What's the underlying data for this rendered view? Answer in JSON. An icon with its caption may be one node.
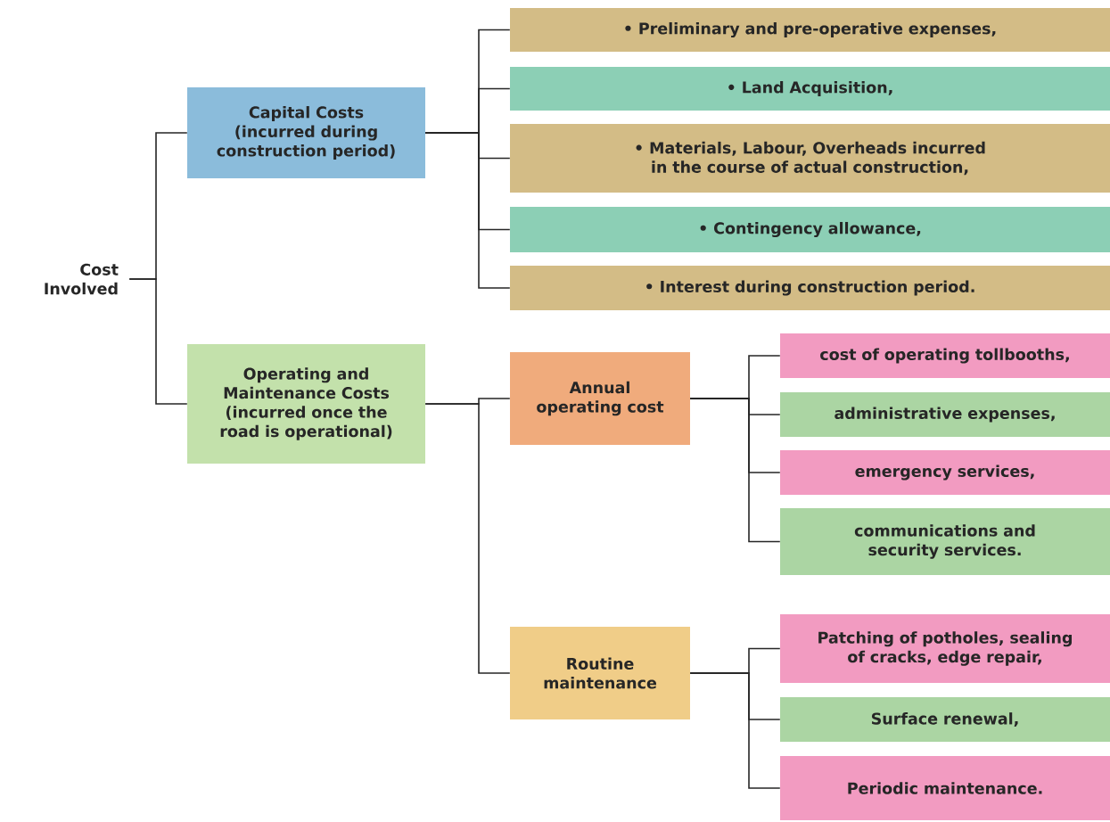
{
  "diagram": {
    "nodes": [
      {
        "text": [
          "Cost Involved"
        ]
      },
      {
        "text": [
          "Capital Costs (incurred during construction period)"
        ]
      },
      {
        "text": [
          "• Preliminary and pre-operative expenses,"
        ]
      },
      {
        "text": [
          "• Land Acquisition,"
        ]
      },
      {
        "text": [
          "• Materials, Labour, Overheads incurred in the course of actual construction,"
        ]
      },
      {
        "text": [
          "• Contingency allowance,"
        ]
      },
      {
        "text": [
          "• Interest during construction period."
        ]
      },
      {
        "text": [
          "Operating and Maintenance Costs (incurred once the road is operational)"
        ]
      },
      {
        "text": [
          "Annual operating cost"
        ]
      },
      {
        "text": [
          "cost of operating tollbooths,"
        ]
      },
      {
        "text": [
          "administrative expenses,"
        ]
      },
      {
        "text": [
          "emergency services,"
        ]
      },
      {
        "text": [
          "communications and security services."
        ]
      },
      {
        "text": [
          "Routine maintenance"
        ]
      },
      {
        "text": [
          "Patching of potholes, sealing of cracks, edge repair,"
        ]
      },
      {
        "text": [
          "Surface renewal,"
        ]
      },
      {
        "text": [
          "Periodic maintenance."
        ]
      }
    ],
    "edges": [
      {
        "from": 0,
        "to": 1,
        "arrow": "none"
      },
      {
        "from": 0,
        "to": 7,
        "arrow": "none"
      },
      {
        "from": 1,
        "to": 2,
        "arrow": "none"
      },
      {
        "from": 1,
        "to": 3,
        "arrow": "none"
      },
      {
        "from": 1,
        "to": 4,
        "arrow": "none"
      },
      {
        "from": 1,
        "to": 5,
        "arrow": "none"
      },
      {
        "from": 1,
        "to": 6,
        "arrow": "none"
      },
      {
        "from": 7,
        "to": 8,
        "arrow": "none"
      },
      {
        "from": 7,
        "to": 13,
        "arrow": "none"
      },
      {
        "from": 8,
        "to": 9,
        "arrow": "none"
      },
      {
        "from": 8,
        "to": 10,
        "arrow": "none"
      },
      {
        "from": 8,
        "to": 11,
        "arrow": "none"
      },
      {
        "from": 8,
        "to": 12,
        "arrow": "none"
      },
      {
        "from": 13,
        "to": 14,
        "arrow": "none"
      },
      {
        "from": 13,
        "to": 15,
        "arrow": "none"
      },
      {
        "from": 13,
        "to": 16,
        "arrow": "none"
      }
    ]
  }
}
